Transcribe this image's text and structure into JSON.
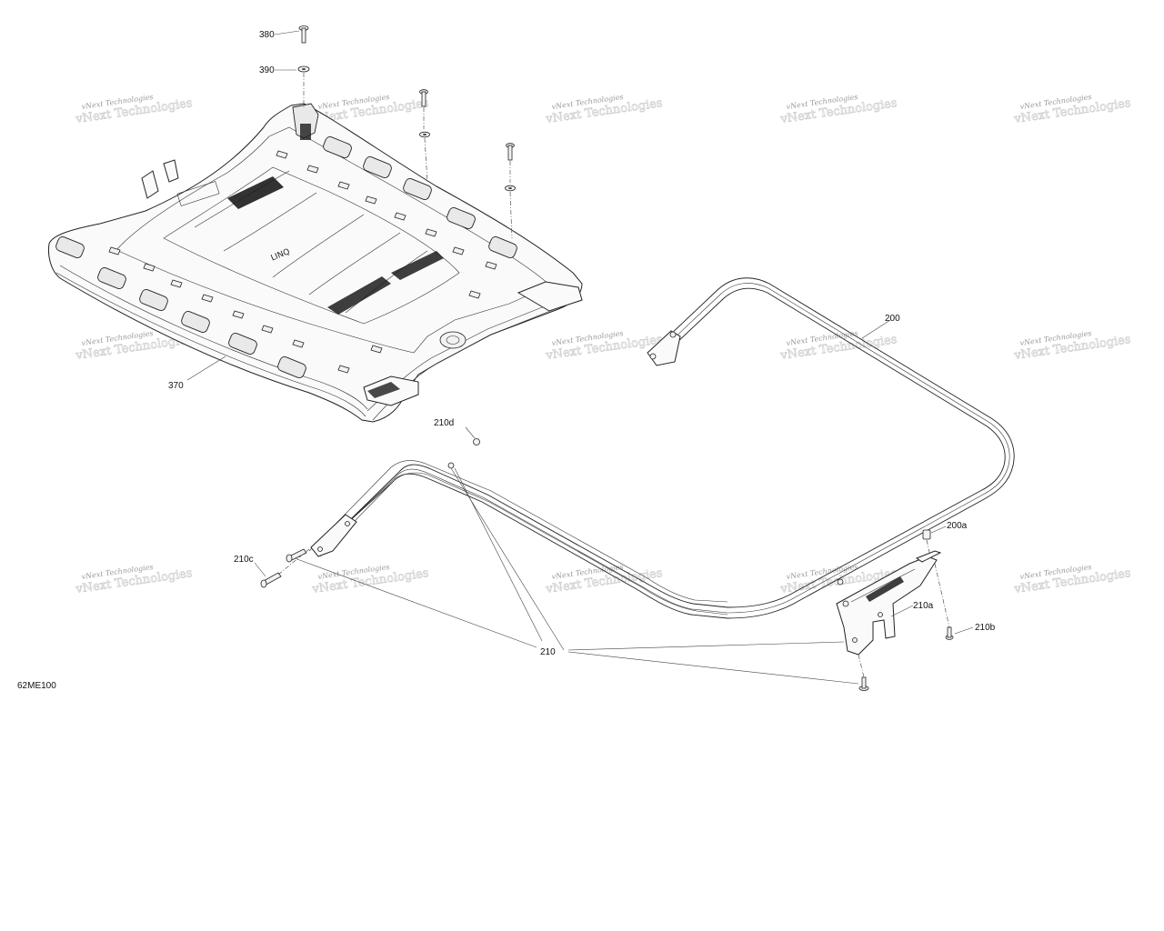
{
  "diagram": {
    "code": "62ME100",
    "watermark": "vNext Technologies",
    "callouts": {
      "c380": "380",
      "c390": "390",
      "c370": "370",
      "c200": "200",
      "c200a": "200a",
      "c210": "210",
      "c210a": "210a",
      "c210b": "210b",
      "c210c": "210c",
      "c210d": "210d"
    }
  }
}
